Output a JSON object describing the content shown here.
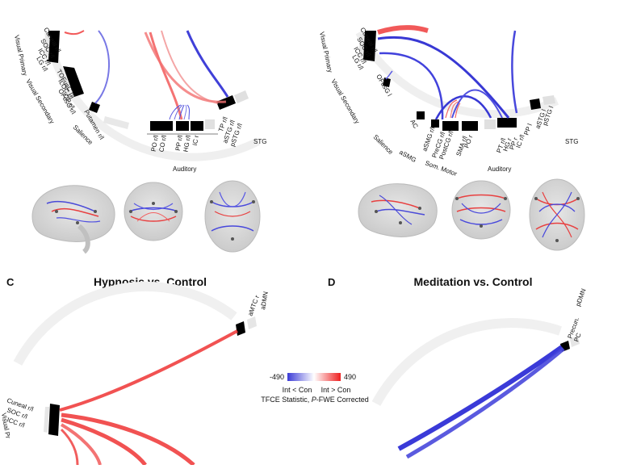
{
  "panels": {
    "C": {
      "letter": "C",
      "title": "Hypnosis vs. Control"
    },
    "D": {
      "letter": "D",
      "title": "Meditation vs. Control"
    }
  },
  "legend": {
    "min": "-490",
    "max": "490",
    "left_label": "Int < Con",
    "right_label": "Int > Con",
    "stat_label": "TFCE Statistic, ",
    "stat_italic": "P",
    "stat_suffix": "-FWE Corrected",
    "color_low": "#3b3bd6",
    "color_mid": "#ffffff",
    "color_high": "#ee2020"
  },
  "panelA": {
    "groups": {
      "visual_primary": "Visual Primary",
      "visual_secondary": "Visual Secondary",
      "salience": "Salience",
      "auditory": "Auditory",
      "stg": "STG"
    },
    "regions": {
      "cuneal": "Cuneal r/l",
      "soc": "SOC r/l",
      "icc": "ICC r/l",
      "lg": "LG r/l",
      "tofusc": "TOFusC r/l",
      "iloc": "ILOC r/l",
      "ofusg": "OFusG r/l",
      "op": "OP r/l",
      "putamen": "Putamen r/l",
      "po": "PO r/l",
      "co": "CO r/l",
      "pp": "PP r/l",
      "hg": "HG r/l",
      "ic": "IC r",
      "tp": "TP r/l",
      "astg": "aSTG r/l",
      "pstg": "pSTG r/l"
    }
  },
  "panelB": {
    "groups": {
      "visual_primary": "Visual Primary",
      "visual_secondary": "Visual Secondary",
      "salience": "Salience",
      "asmg": "aSMG",
      "som_motor": "Som. Motor",
      "auditory": "Auditory",
      "stg": "STG"
    },
    "regions": {
      "cuneal": "Cuneal r/l",
      "soc": "SOC r/l",
      "icc": "ICC r/l",
      "lg": "LG r/l",
      "ofusg": "OFusG l",
      "ac": "AC",
      "asmg": "aSMG r/l",
      "precg": "PreCG r/l",
      "postcg": "PostCG r/l",
      "sma": "SMA r/l",
      "po": "PO r",
      "pt": "PT r/l",
      "hg": "HG r",
      "pp": "PP r",
      "ic": "IC r/l",
      "pp2": "PP l",
      "astg": "aSTG l",
      "pstg": "pSTG l"
    }
  },
  "panelC": {
    "regions": {
      "amtc": "aMTC r",
      "admn": "aDMN",
      "cuneal": "Cuneal r/l",
      "soc": "SOC r/l",
      "icc": "ICC r/l",
      "visual_primary": "Visual Pr"
    }
  },
  "panelD": {
    "regions": {
      "pdmn": "pDMN",
      "precun": "Precun.",
      "pc": "PC"
    }
  }
}
